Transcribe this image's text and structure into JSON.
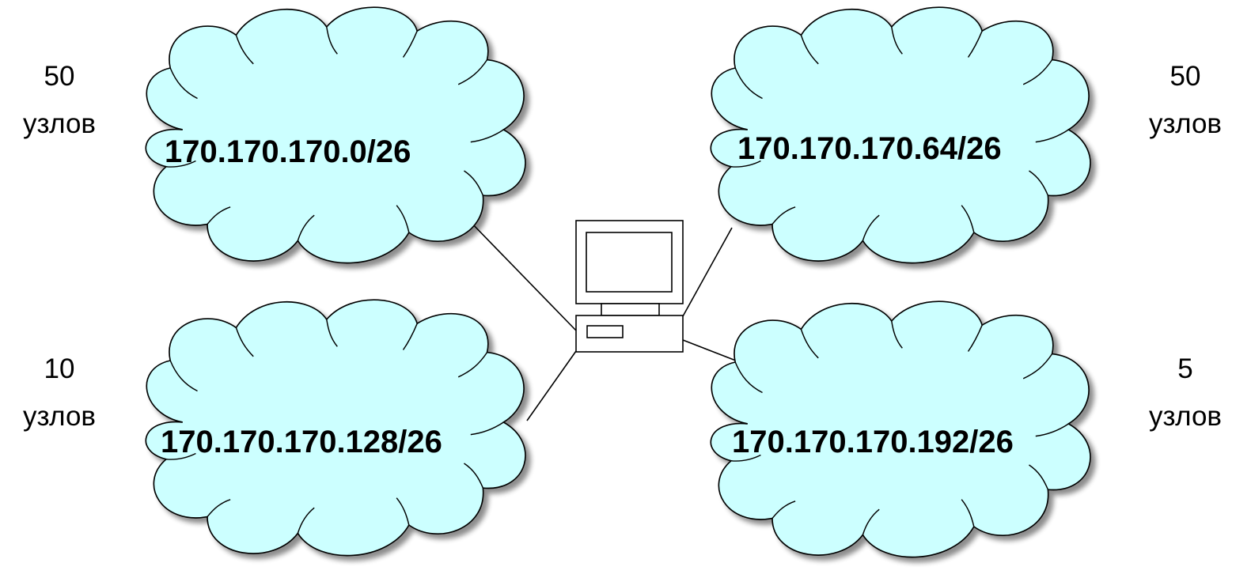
{
  "colors": {
    "cloud_fill": "#ccffff",
    "cloud_shadow": "#9a9a9a",
    "line": "#000000",
    "background": "#ffffff"
  },
  "computer": {
    "icon": "desktop-computer-icon"
  },
  "networks": [
    {
      "subnet": "170.170.170.0/26",
      "count": "50",
      "unit": "узлов"
    },
    {
      "subnet": "170.170.170.64/26",
      "count": "50",
      "unit": "узлов"
    },
    {
      "subnet": "170.170.170.128/26",
      "count": "10",
      "unit": "узлов"
    },
    {
      "subnet": "170.170.170.192/26",
      "count": "5",
      "unit": "узлов"
    }
  ]
}
